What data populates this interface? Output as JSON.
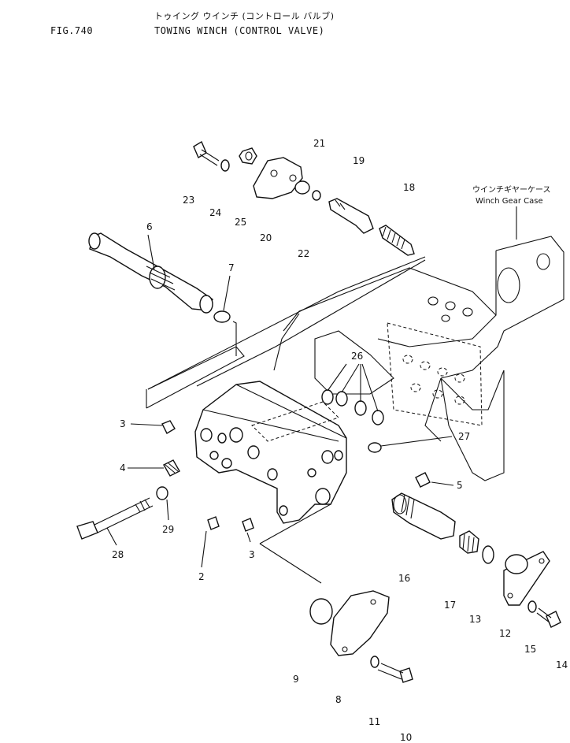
{
  "header": {
    "figure_number": "FIG.740",
    "title_jp": "トゥイング ウインチ (コントロール バルブ)",
    "title_en": "TOWING WINCH (CONTROL VALVE)"
  },
  "callouts": {
    "winch_gear_case_jp": "ウインチギヤーケース",
    "winch_gear_case_en": "Winch Gear Case"
  },
  "part_numbers": {
    "p2": "2",
    "p3a": "3",
    "p3b": "3",
    "p4": "4",
    "p5": "5",
    "p6": "6",
    "p7": "7",
    "p8": "8",
    "p9": "9",
    "p10": "10",
    "p11": "11",
    "p12": "12",
    "p13": "13",
    "p14": "14",
    "p15": "15",
    "p16": "16",
    "p17": "17",
    "p18": "18",
    "p19": "19",
    "p20": "20",
    "p21": "21",
    "p22": "22",
    "p23": "23",
    "p24": "24",
    "p25": "25",
    "p26": "26",
    "p27": "27",
    "p28": "28",
    "p29": "29"
  }
}
